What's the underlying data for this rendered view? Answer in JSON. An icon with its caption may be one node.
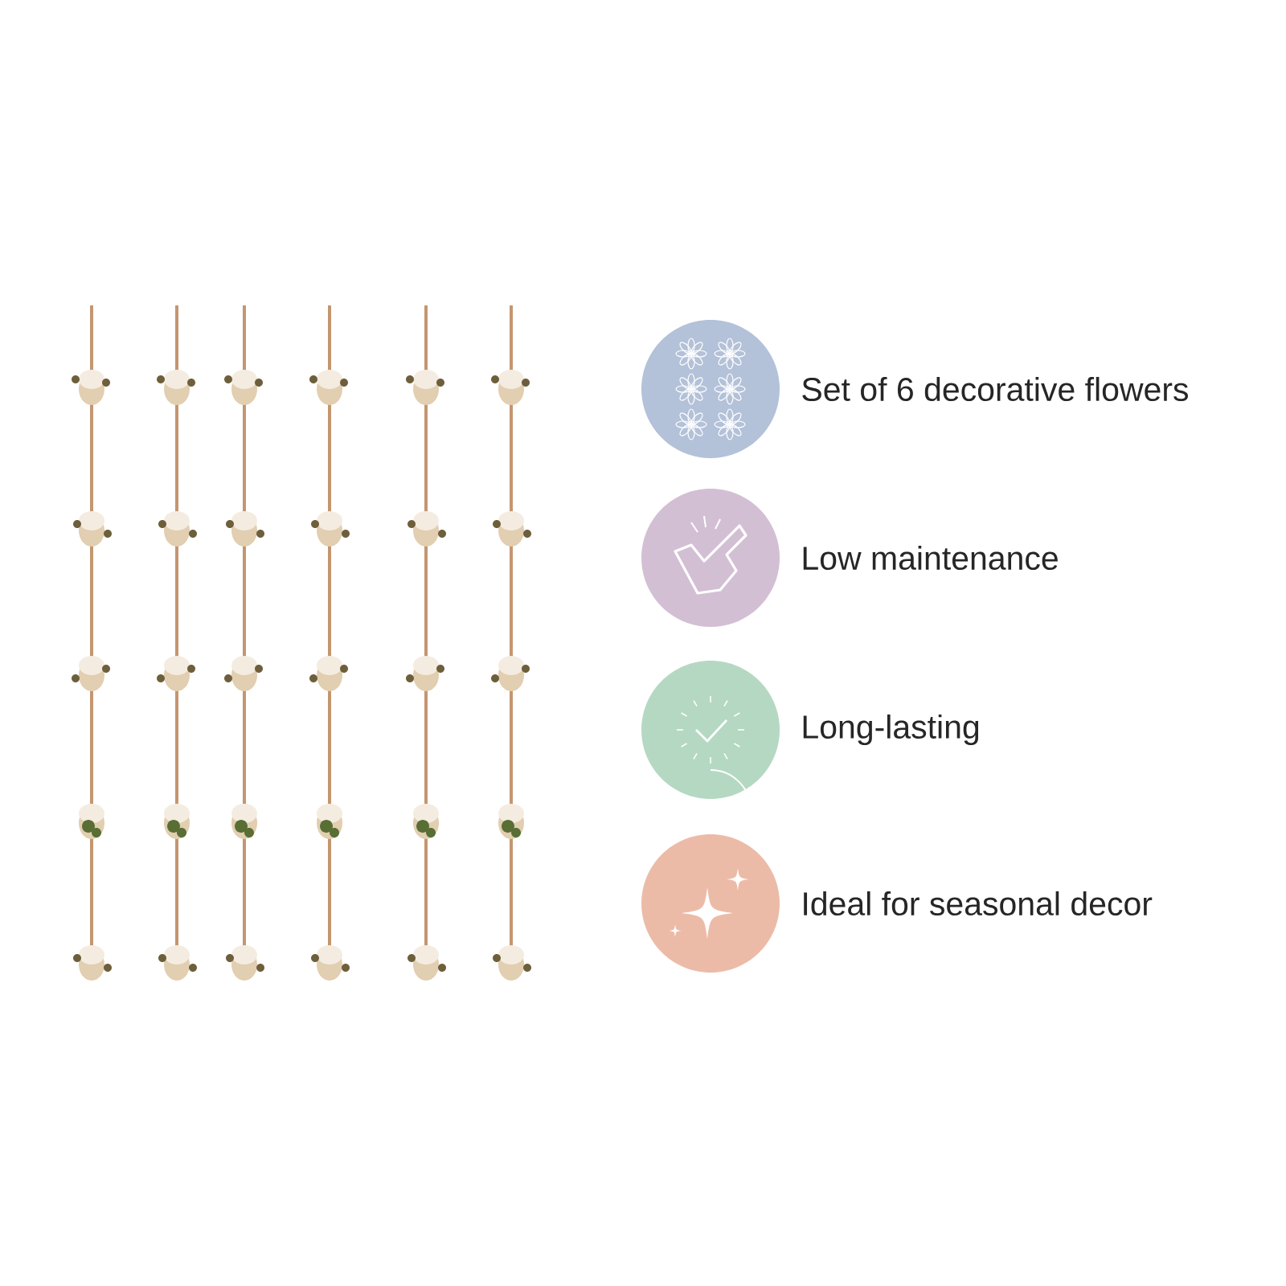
{
  "diagram": {
    "nodes": [
      {
        "text": [],
        "shape": "circle",
        "beside": [
          "Set of 6 decorative flowers"
        ]
      },
      {
        "text": [],
        "shape": "circle",
        "beside": [
          "Low maintenance"
        ]
      },
      {
        "text": [],
        "shape": "circle",
        "beside": [
          "Long-lasting"
        ]
      },
      {
        "text": [],
        "shape": "circle",
        "beside": [
          "Ideal for seasonal decor"
        ]
      }
    ]
  }
}
